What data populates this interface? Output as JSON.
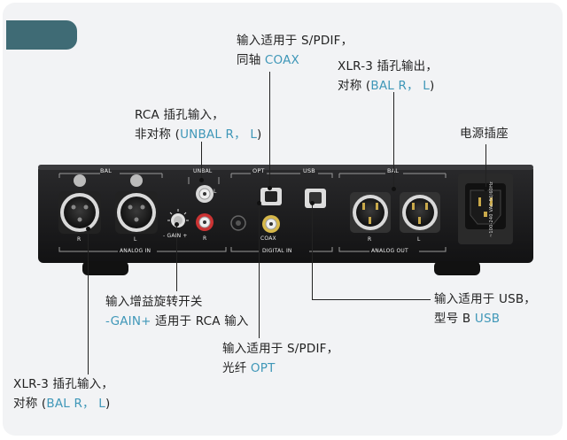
{
  "callouts": {
    "spdif_coax": {
      "line1": "输入适用于 S/PDIF，",
      "line2_prefix": "同轴 ",
      "line2_accent": "COAX"
    },
    "xlr_out": {
      "line1": "XLR-3 插孔输出，",
      "line2_prefix": "对称 (",
      "line2_accent": "BAL R， L",
      "line2_suffix": ")"
    },
    "rca_in": {
      "line1": "RCA 插孔输入，",
      "line2_prefix": "非对称 (",
      "line2_accent": "UNBAL R， L",
      "line2_suffix": ")"
    },
    "power": {
      "line1": "电源插座"
    },
    "gain": {
      "line1": "输入增益旋转开关",
      "line2_accent": "-GAIN+",
      "line2_suffix": " 适用于 RCA 输入"
    },
    "usb": {
      "line1": "输入适用于 USB，",
      "line2_prefix": "型号 B ",
      "line2_accent": "USB"
    },
    "spdif_opt": {
      "line1": "输入适用于 S/PDIF，",
      "line2_prefix": "光纤 ",
      "line2_accent": "OPT"
    },
    "xlr_in": {
      "line1": "XLR-3 插孔输入，",
      "line2_prefix": "对称 (",
      "line2_accent": "BAL R， L",
      "line2_suffix": ")"
    }
  },
  "panel": {
    "bal_in": "BAL",
    "unbal": "UNBAL",
    "opt": "OPT",
    "usb": "USB",
    "bal_out": "BAL",
    "gain": "- GAIN +",
    "coax": "COAX",
    "analog_in": "ANALOG IN",
    "digital_in": "DIGITAL IN",
    "analog_out": "ANALOG OUT",
    "r": "R",
    "l": "L",
    "l_small": "L",
    "voltage": "~100-240 VAC 50/60Hz"
  },
  "colors": {
    "tab": "#3f6b75",
    "accent": "#3f97b8",
    "device": "#1c1c1e"
  }
}
